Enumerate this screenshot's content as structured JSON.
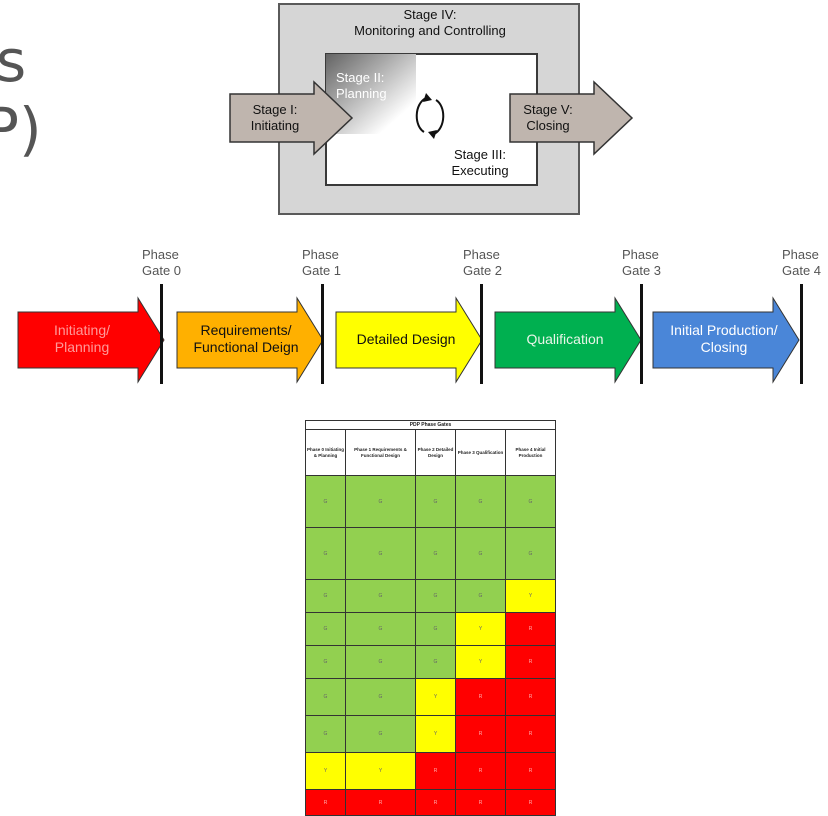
{
  "title_fragments": [
    "s",
    "P)"
  ],
  "stages": {
    "monitoring": [
      "Stage IV:",
      "Monitoring and Controlling"
    ],
    "initiating": [
      "Stage I:",
      "Initiating"
    ],
    "planning": [
      "Stage II:",
      "Planning"
    ],
    "executing": [
      "Stage III:",
      "Executing"
    ],
    "closing": [
      "Stage V:",
      "Closing"
    ]
  },
  "gates": [
    {
      "line1": "Phase",
      "line2": "Gate 0"
    },
    {
      "line1": "Phase",
      "line2": "Gate 1"
    },
    {
      "line1": "Phase",
      "line2": "Gate 2"
    },
    {
      "line1": "Phase",
      "line2": "Gate 3"
    },
    {
      "line1": "Phase",
      "line2": "Gate 4"
    }
  ],
  "phases": [
    {
      "line1": "Initiating/",
      "line2": "Planning",
      "color": "#ff0000",
      "text_color": "#ff9999"
    },
    {
      "line1": "Requirements/",
      "line2": "Functional Deign",
      "color": "#ffb000",
      "text_color": "#111111"
    },
    {
      "line1": "Detailed Design",
      "line2": "",
      "color": "#ffff00",
      "text_color": "#111111"
    },
    {
      "line1": "Qualification",
      "line2": "",
      "color": "#00b050",
      "text_color": "#e8f5e8"
    },
    {
      "line1": "Initial Production/",
      "line2": "Closing",
      "color": "#4a86d8",
      "text_color": "#ffffff"
    }
  ],
  "table": {
    "caption": "PDP Phase Gates",
    "headers": [
      "Phase 0 Initiating & Planning",
      "Phase 1 Requirements & Functional Design",
      "Phase 2 Detailed Design",
      "Phase 3 Qualification",
      "Phase 4 Initial Production"
    ],
    "rows": [
      [
        "G",
        "G",
        "G",
        "G",
        "G"
      ],
      [
        "G",
        "G",
        "G",
        "G",
        "G"
      ],
      [
        "G",
        "G",
        "G",
        "G",
        "Y"
      ],
      [
        "G",
        "G",
        "G",
        "Y",
        "R"
      ],
      [
        "G",
        "G",
        "G",
        "Y",
        "R"
      ],
      [
        "G",
        "G",
        "Y",
        "R",
        "R"
      ],
      [
        "G",
        "G",
        "Y",
        "R",
        "R"
      ],
      [
        "Y",
        "Y",
        "R",
        "R",
        "R"
      ],
      [
        "R",
        "R",
        "R",
        "R",
        "R"
      ]
    ]
  },
  "colors": {
    "G": "#92d050",
    "Y": "#ffff00",
    "R": "#ff0000",
    "stage_arrow": "#bfb5ae"
  }
}
